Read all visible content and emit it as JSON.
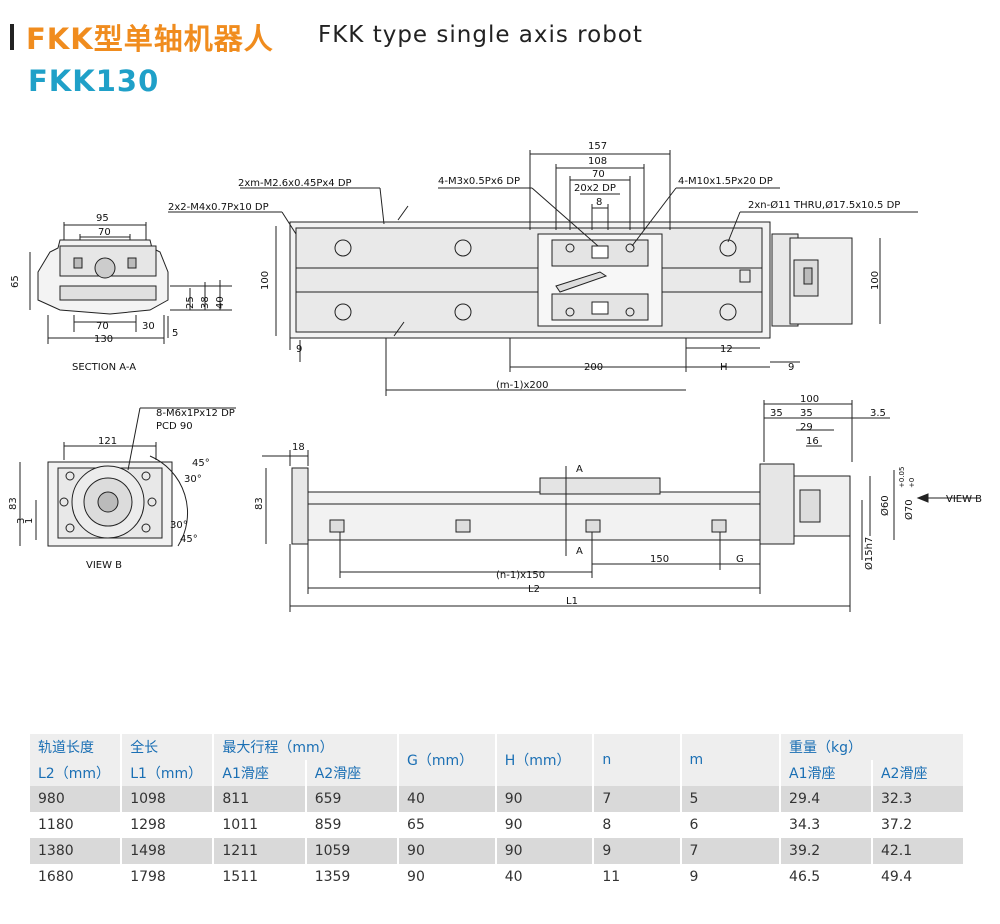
{
  "header": {
    "title_cn": "FKK型单轴机器人",
    "title_en": "FKK type single axis robot",
    "model": "FKK130"
  },
  "drawing": {
    "labels": {
      "section_title": "SECTION A-A",
      "view_b": "VIEW B",
      "view_b_arrow": "VIEW B",
      "note_m26": "2xm-M2.6x0.45Px4 DP",
      "note_m4": "2x2-M4x0.7Px10 DP",
      "note_m3": "4-M3x0.5Px6 DP",
      "note_m10": "4-M10x1.5Px20 DP",
      "note_thru": "2xn-Ø11 THRU,Ø17.5x10.5 DP",
      "note_m6": "8-M6x1Px12 DP",
      "note_pcd": "PCD 90",
      "a_top": "A",
      "a_bottom": "A"
    },
    "dims": {
      "d95": "95",
      "d70a": "70",
      "d65": "65",
      "d25": "25",
      "d38": "38",
      "d40": "40",
      "d70b": "70",
      "d30a": "30",
      "d130": "130",
      "d5": "5",
      "d157": "157",
      "d108": "108",
      "d70c": "70",
      "d20x2": "20x2 DP",
      "d8": "8",
      "d100a": "100",
      "d100b": "100",
      "d9a": "9",
      "d200": "200",
      "d12": "12",
      "dH": "H",
      "d9b": "9",
      "dm1": "(m-1)x200",
      "d121": "121",
      "d83a": "83",
      "d3": "3",
      "d1": "1",
      "d30b": "30°",
      "d45a": "45°",
      "d30c": "30°",
      "d45b": "45°",
      "d18": "18",
      "d83b": "83",
      "d150": "150",
      "dG": "G",
      "dn1": "(n-1)x150",
      "dL2": "L2",
      "dL1": "L1",
      "d100c": "100",
      "d35a": "35",
      "d35b": "35",
      "d29": "29",
      "d16": "16",
      "d35c": "3.5",
      "d60": "Ø60",
      "d70tol": "Ø70",
      "tol_up": "+0.05",
      "tol_dn": "+0",
      "d15h7": "Ø15h7"
    }
  },
  "table": {
    "headers": {
      "l2_cn": "轨道长度",
      "l2_unit": "L2（mm）",
      "l1_cn": "全长",
      "l1_unit": "L1（mm）",
      "stroke_cn": "最大行程（mm）",
      "a1": "A1滑座",
      "a2": "A2滑座",
      "g": "G（mm）",
      "h": "H（mm）",
      "n": "n",
      "m": "m",
      "weight_cn": "重量（kg）",
      "w_a1": "A1滑座",
      "w_a2": "A2滑座"
    },
    "rows": [
      [
        "980",
        "1098",
        "811",
        "659",
        "40",
        "90",
        "7",
        "5",
        "29.4",
        "32.3"
      ],
      [
        "1180",
        "1298",
        "1011",
        "859",
        "65",
        "90",
        "8",
        "6",
        "34.3",
        "37.2"
      ],
      [
        "1380",
        "1498",
        "1211",
        "1059",
        "90",
        "90",
        "9",
        "7",
        "39.2",
        "42.1"
      ],
      [
        "1680",
        "1798",
        "1511",
        "1359",
        "90",
        "40",
        "11",
        "9",
        "46.5",
        "49.4"
      ]
    ]
  }
}
